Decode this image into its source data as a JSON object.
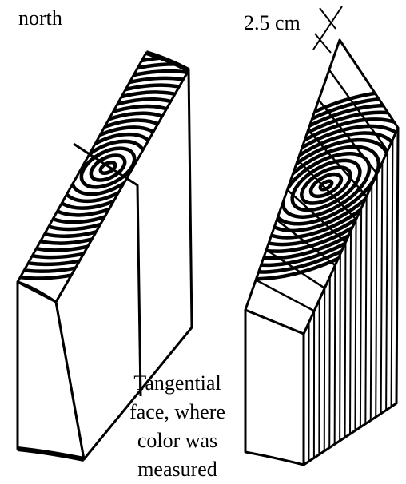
{
  "labels": {
    "north": "north",
    "width": "2.5 cm",
    "caption_lines": [
      "Tangential",
      "face, where",
      "color was",
      "measured"
    ]
  },
  "colors": {
    "ink": "#000000",
    "background": "#ffffff"
  },
  "ring_count_left": 16,
  "ring_count_right": 14,
  "strip_count_right": 9
}
